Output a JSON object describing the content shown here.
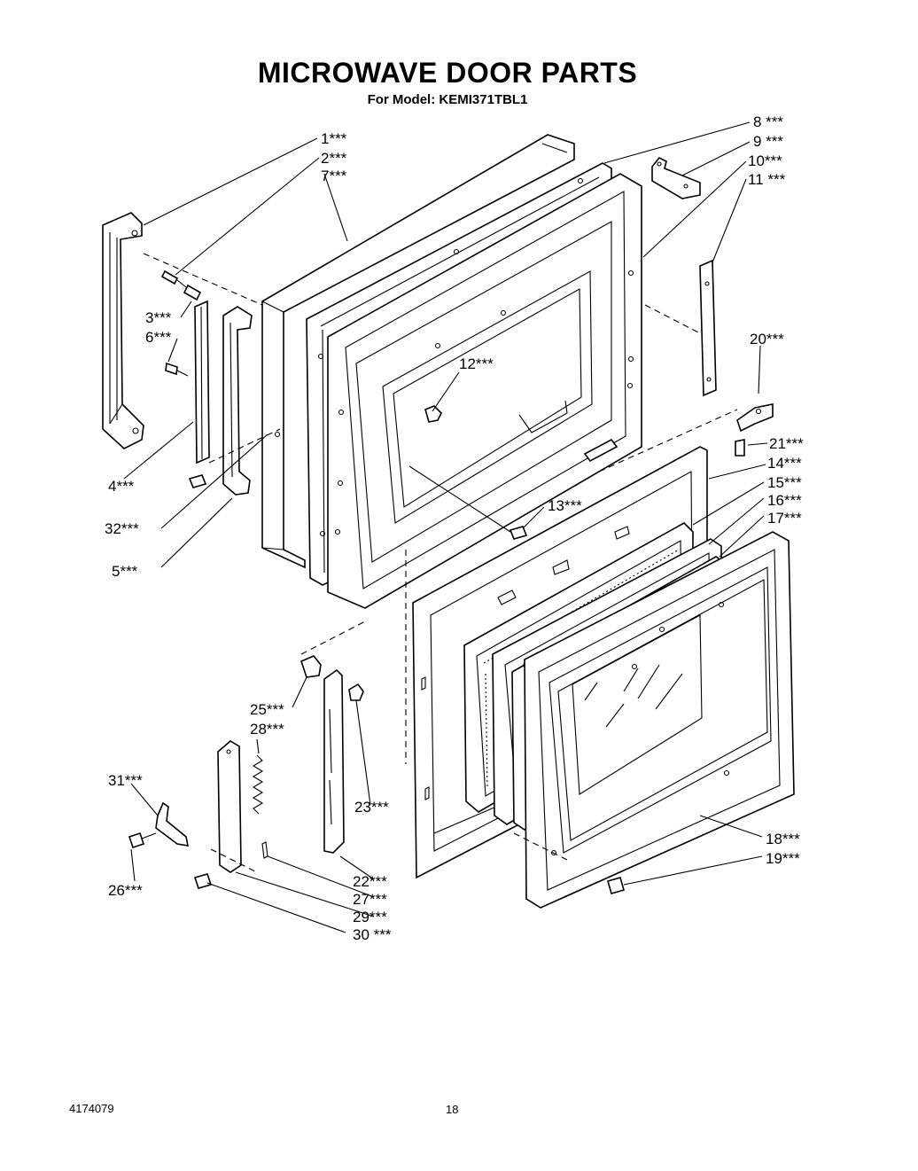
{
  "title": "MICROWAVE DOOR PARTS",
  "subtitle": "For Model: KEMI371TBL1",
  "footer": {
    "doc_number": "4174079",
    "page_number": "18"
  },
  "callouts": [
    {
      "id": "1",
      "text": "1***"
    },
    {
      "id": "2",
      "text": "2***"
    },
    {
      "id": "7",
      "text": "7***"
    },
    {
      "id": "3",
      "text": "3***"
    },
    {
      "id": "6",
      "text": "6***"
    },
    {
      "id": "4",
      "text": "4***"
    },
    {
      "id": "32",
      "text": "32***"
    },
    {
      "id": "5",
      "text": "5***"
    },
    {
      "id": "8",
      "text": "8 ***"
    },
    {
      "id": "9",
      "text": "9 ***"
    },
    {
      "id": "10",
      "text": "10***"
    },
    {
      "id": "11",
      "text": "11 ***"
    },
    {
      "id": "20",
      "text": "20***"
    },
    {
      "id": "12",
      "text": "12***"
    },
    {
      "id": "21",
      "text": "21***"
    },
    {
      "id": "14",
      "text": "14***"
    },
    {
      "id": "15",
      "text": "15***"
    },
    {
      "id": "16",
      "text": "16***"
    },
    {
      "id": "17",
      "text": "17***"
    },
    {
      "id": "13",
      "text": "13***"
    },
    {
      "id": "25",
      "text": "25***"
    },
    {
      "id": "28",
      "text": "28***"
    },
    {
      "id": "31",
      "text": "31***"
    },
    {
      "id": "23",
      "text": "23***"
    },
    {
      "id": "26",
      "text": "26***"
    },
    {
      "id": "22",
      "text": "22***"
    },
    {
      "id": "27",
      "text": "27***"
    },
    {
      "id": "29",
      "text": "29***"
    },
    {
      "id": "30",
      "text": "30 ***"
    },
    {
      "id": "18",
      "text": "18***"
    },
    {
      "id": "19",
      "text": "19***"
    }
  ]
}
